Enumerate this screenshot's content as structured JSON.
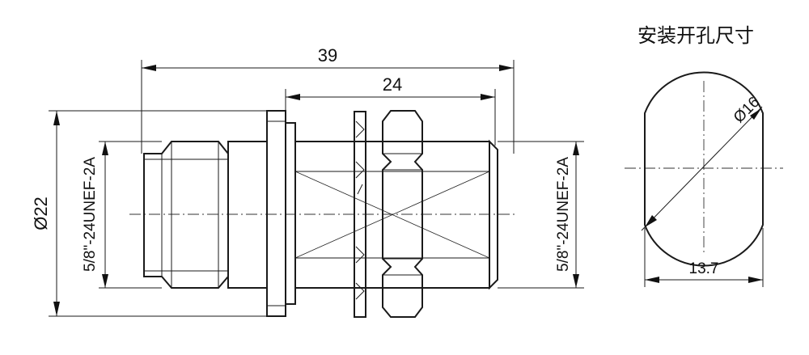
{
  "panel_title": "安装开孔尺寸",
  "dims": {
    "overall_length": "39",
    "body_length": "24",
    "flange_diameter": "Ø22",
    "thread_left": "5/8\"-24UNEF-2A",
    "thread_right": "5/8\"-24UNEF-2A",
    "hole_diameter": "Ø16",
    "hole_flat": "13.7"
  }
}
